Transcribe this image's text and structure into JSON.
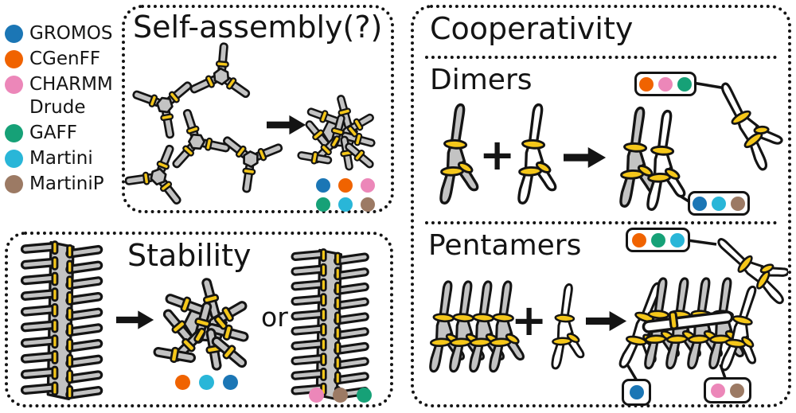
{
  "colors": {
    "gromos": "#1b76b5",
    "cgenff": "#f06300",
    "charmm_drude": "#ec87b9",
    "gaff": "#16a177",
    "martini": "#29b6d8",
    "martinip": "#9c7a64",
    "band_yellow": "#f5c71a",
    "molecule_gray": "#c3c3c3",
    "outline_black": "#141414"
  },
  "legend": {
    "items": [
      {
        "label": "GROMOS",
        "color": "#1b76b5"
      },
      {
        "label": "CGenFF",
        "color": "#f06300"
      },
      {
        "label": "CHARMM Drude",
        "color": "#ec87b9"
      },
      {
        "label": "GAFF",
        "color": "#16a177"
      },
      {
        "label": "Martini",
        "color": "#29b6d8"
      },
      {
        "label": "MartiniP",
        "color": "#9c7a64"
      }
    ]
  },
  "panels": {
    "self_assembly": {
      "title": "Self-assembly(?)",
      "result_dots": [
        "GROMOS",
        "CGenFF",
        "CHARMM Drude",
        "GAFF",
        "Martini",
        "MartiniP"
      ]
    },
    "stability": {
      "title": "Stability",
      "or_label": "or",
      "aggregate_dots": [
        "CGenFF",
        "Martini",
        "GROMOS"
      ],
      "fibril_dots": [
        "CHARMM Drude",
        "MartiniP",
        "GAFF"
      ]
    },
    "cooperativity": {
      "title": "Cooperativity",
      "dimers": {
        "heading": "Dimers",
        "plus": "+",
        "escaped_monomer_dots": [
          "CGenFF",
          "CHARMM Drude",
          "GAFF"
        ],
        "dimer_dots": [
          "GROMOS",
          "Martini",
          "MartiniP"
        ]
      },
      "pentamers": {
        "heading": "Pentamers",
        "plus": "+",
        "escaped_monomer_dots": [
          "CGenFF",
          "GAFF",
          "Martini"
        ],
        "single_dots": [
          "GROMOS"
        ],
        "pair_dots": [
          "CHARMM Drude",
          "MartiniP"
        ]
      }
    }
  }
}
